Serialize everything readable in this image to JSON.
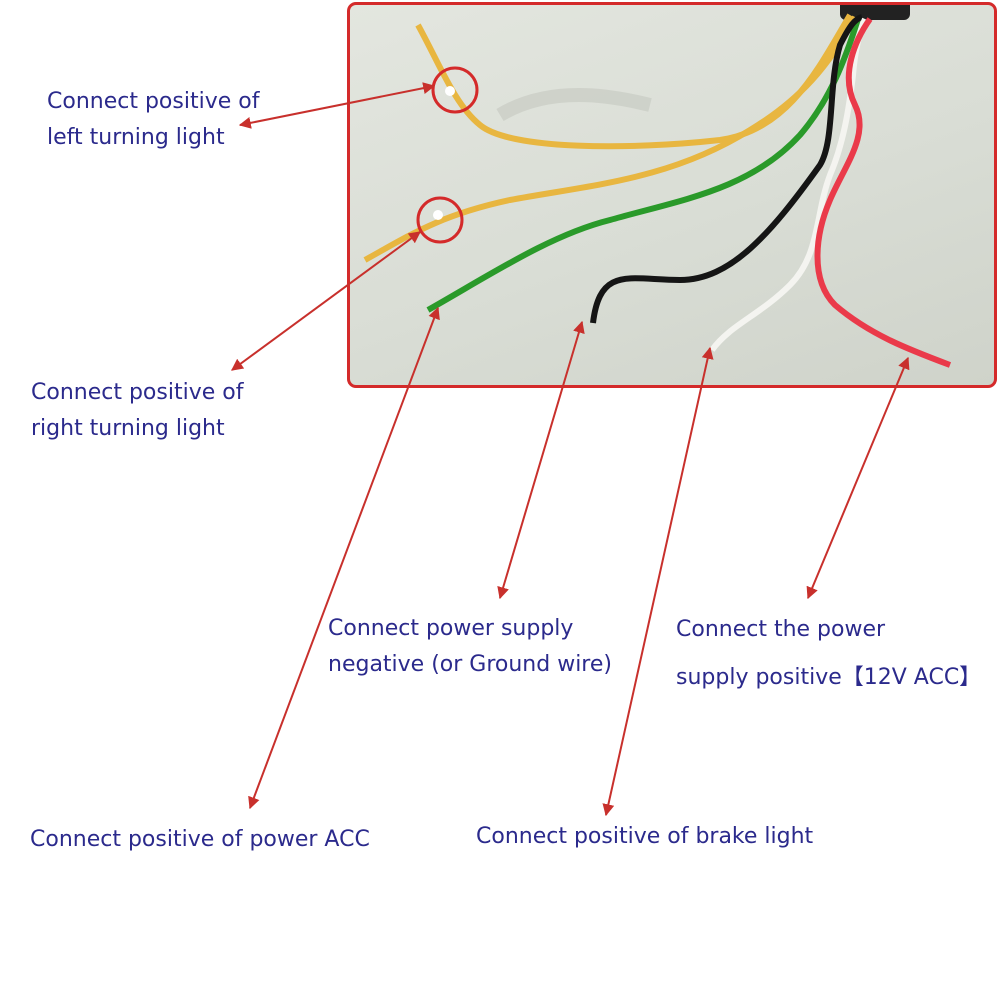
{
  "colors": {
    "label_text": "#2b2a8c",
    "arrow": "#c8302c",
    "frame": "#d42a2a",
    "wire_yellow": "#e8b640",
    "wire_green": "#2a9a2a",
    "wire_black": "#151515",
    "wire_white": "#f4f4f0",
    "wire_red": "#ea3a4a"
  },
  "labels": {
    "left_turn": [
      "Connect positive of",
      "left turning light"
    ],
    "right_turn": [
      "Connect positive of",
      "right turning light"
    ],
    "ground": [
      "Connect power supply",
      "negative (or Ground wire)"
    ],
    "power_positive": [
      "Connect the power",
      "supply positive【12V ACC】"
    ],
    "power_acc": [
      "Connect positive of power ACC"
    ],
    "brake": [
      "Connect positive of brake light"
    ]
  }
}
